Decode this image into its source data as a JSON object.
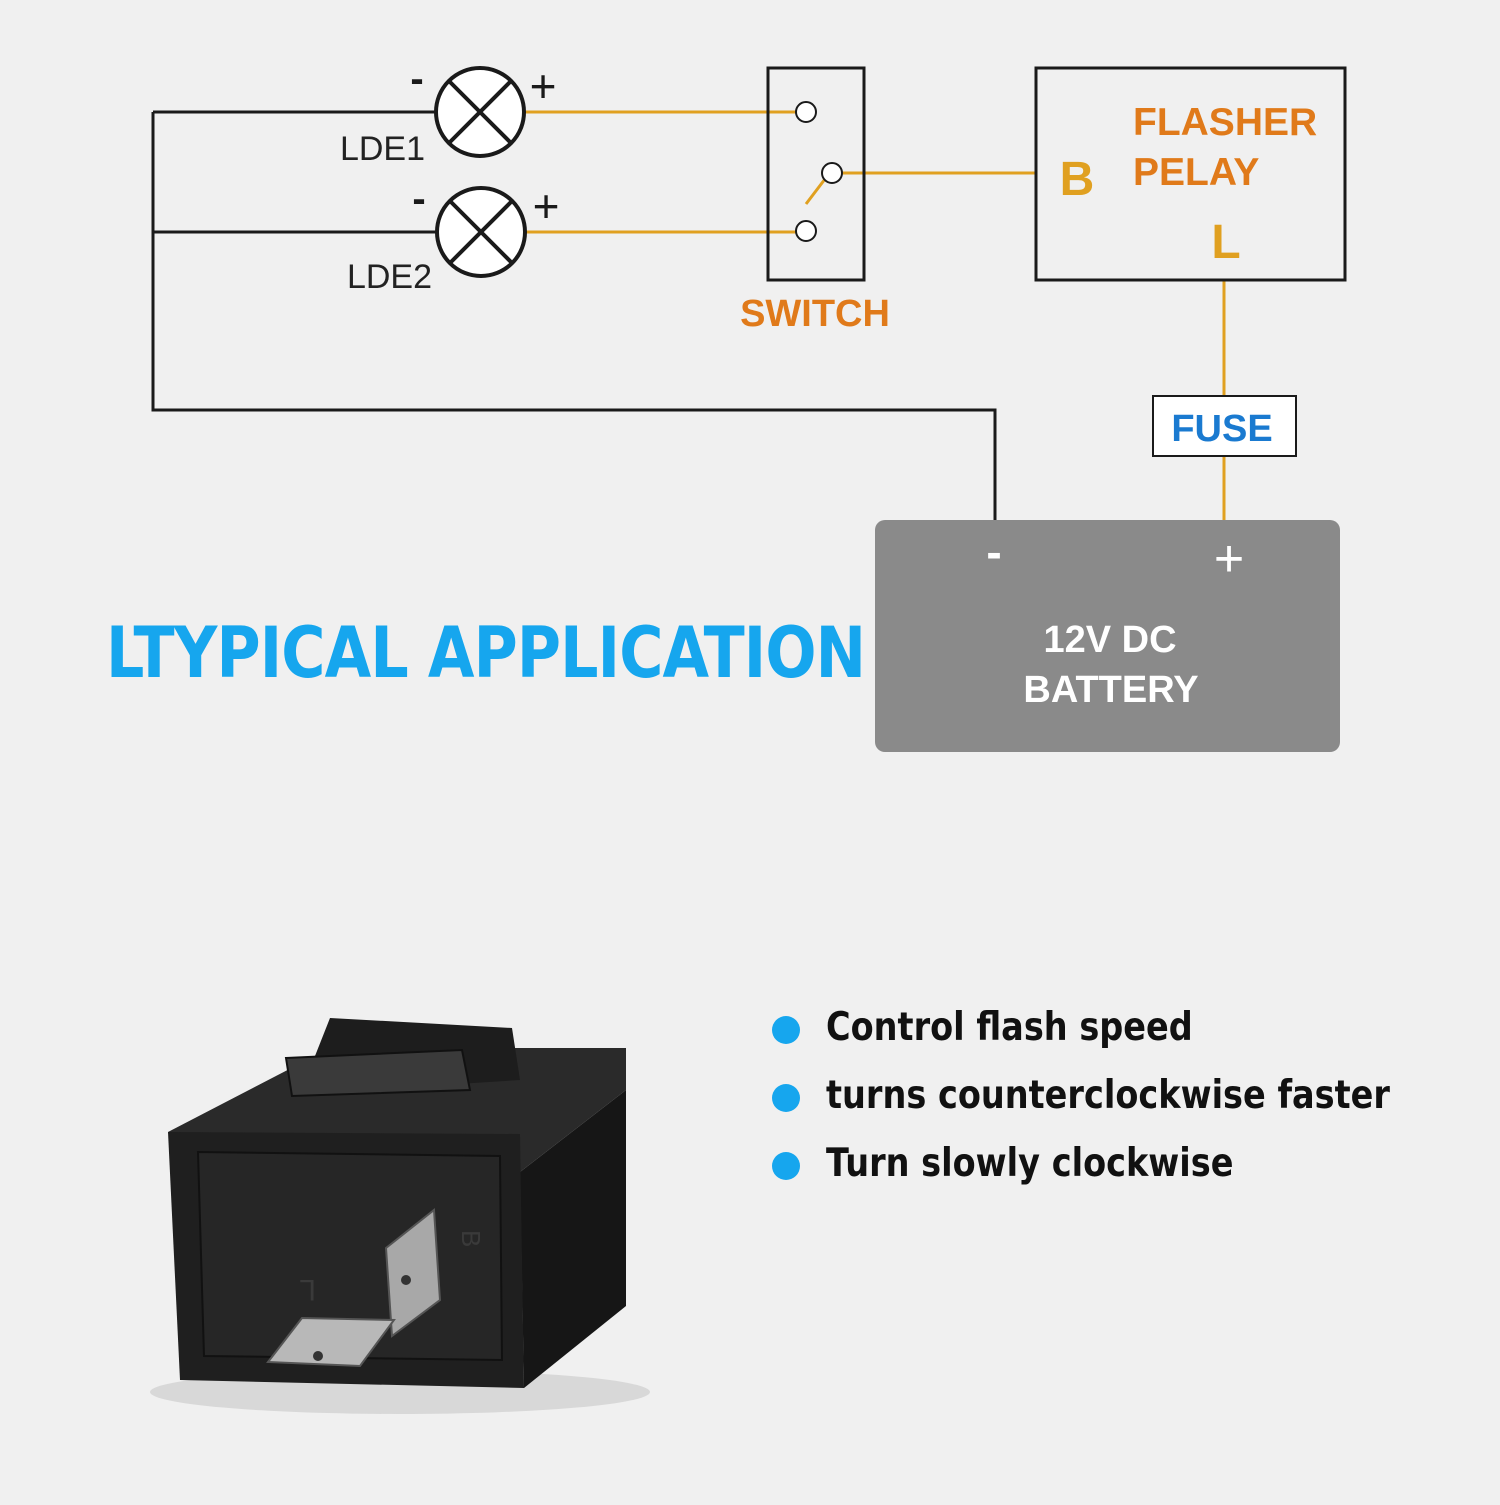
{
  "diagram": {
    "lamp1_label": "LDE1",
    "lamp2_label": "LDE2",
    "minus_sign": "-",
    "plus_sign": "+",
    "switch_label": "SWITCH",
    "relay_title_line1": "FLASHER",
    "relay_title_line2": "PELAY",
    "relay_pin_b": "B",
    "relay_pin_l": "L",
    "fuse_label": "FUSE",
    "battery_minus": "-",
    "battery_plus": "+",
    "battery_line1": "12V DC",
    "battery_line2": "BATTERY"
  },
  "title": "LTYPICAL APPLICATION",
  "product": {
    "pin_b_marking": "B",
    "pin_l_marking": "L"
  },
  "features": [
    "Control flash speed",
    "turns counterclockwise faster",
    "Turn slowly clockwise"
  ],
  "colors": {
    "background": "#f0f0f0",
    "wire_black": "#1a1a1a",
    "wire_orange": "#e0a020",
    "label_orange": "#e07a1a",
    "fuse_blue": "#1a7ad0",
    "title_blue": "#16a6ee",
    "bullet_blue": "#16a6ee",
    "battery_gray": "#8a8a8a",
    "relay_body": "#1c1c1c"
  }
}
